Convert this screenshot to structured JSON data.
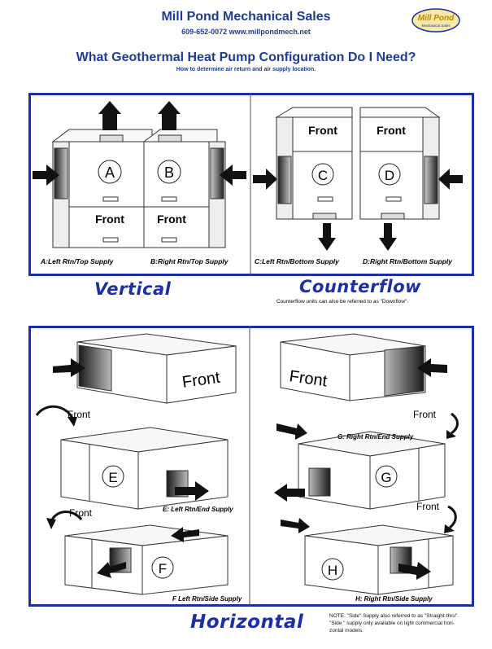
{
  "header": {
    "company": "Mill Pond Mechanical Sales",
    "contact": "609-652-0072  www.millpondmech.net",
    "logo_text": "Mill Pond",
    "logo_subtext": "Mechanical Sales"
  },
  "question": "What Geothermal Heat Pump Configuration Do I Need?",
  "subtitle": "How to determine air return and air supply location.",
  "units": {
    "a": {
      "letter": "A",
      "front": "Front",
      "caption": "A:Left Rtn/Top Supply"
    },
    "b": {
      "letter": "B",
      "front": "Front",
      "caption": "B:Right Rtn/Top Supply"
    },
    "c": {
      "letter": "C",
      "front": "Front",
      "caption": "C:Left Rtn/Bottom Supply"
    },
    "d": {
      "letter": "D",
      "front": "Front",
      "caption": "D:Right Rtn/Bottom Supply"
    },
    "e": {
      "letter": "E",
      "caption": "E: Left Rtn/End Supply"
    },
    "f": {
      "letter": "F",
      "caption": "F Left Rtn/Side Supply"
    },
    "g": {
      "letter": "G",
      "caption": "G: Right Rtn/End Supply"
    },
    "h": {
      "letter": "H",
      "caption": "H: Right Rtn/Side Supply"
    }
  },
  "labels": {
    "vertical": "Vertical",
    "counterflow": "Counterflow",
    "counterflow_note": "Counterflow units can also be referred to as \"Downflow\".",
    "horizontal": "Horizontal",
    "front": "Front"
  },
  "note_lines": [
    "NOTE: \"Side\" Supply also referred to as \"Straight-thru\".",
    "\"Side \" supply only available on light commercial hori-",
    "zontal models."
  ],
  "colors": {
    "accent": "#1c2fa5",
    "heading": "#1f3c93"
  }
}
